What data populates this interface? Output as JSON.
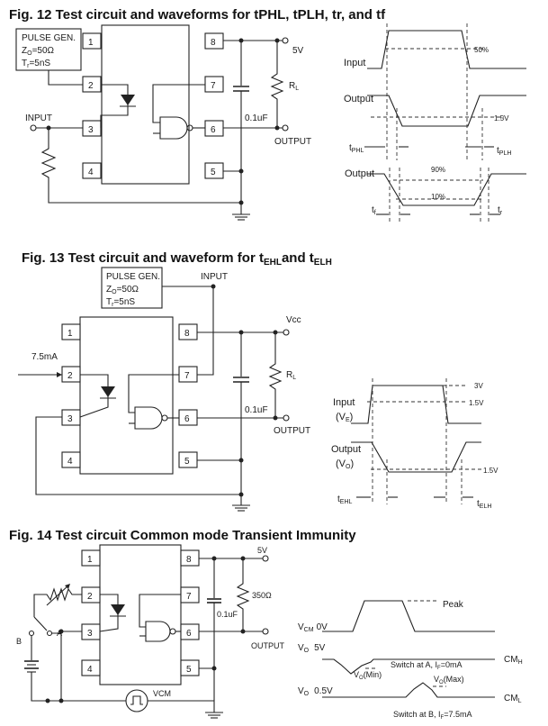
{
  "fig12": {
    "title": "Fig. 12 Test circuit and waveforms for tPHL, tPLH, tr, and tf",
    "pulse_gen": [
      "PULSE GEN.",
      "Z",
      "O",
      "=50Ω",
      "T",
      "r",
      "=5nS"
    ],
    "pins": [
      "1",
      "2",
      "3",
      "4",
      "5",
      "6",
      "7",
      "8"
    ],
    "input_label": "INPUT",
    "output_label": "OUTPUT",
    "vcc_label": "5V",
    "rl": [
      "R",
      "L"
    ],
    "cap": "0.1uF",
    "wave": {
      "input": "Input",
      "output": "Output",
      "output2": "Output",
      "p50": "50%",
      "v15": "1.5V",
      "p90": "90%",
      "p10": "10%",
      "tphl": [
        "t",
        "PHL"
      ],
      "tplh": [
        "t",
        "PLH"
      ],
      "tf": [
        "t",
        "f"
      ],
      "tr": [
        "t",
        "r"
      ]
    }
  },
  "fig13": {
    "title_a": "Fig. 13 Test circuit and waveform for t",
    "title_b": "EHL",
    "title_c": "and t",
    "title_d": "ELH",
    "pulse_gen": [
      "PULSE GEN.",
      "Z",
      "O",
      "=50Ω",
      "T",
      "r",
      "=5nS"
    ],
    "input_label": "INPUT",
    "current": "7.5mA",
    "vcc_label": "Vcc",
    "rl": [
      "R",
      "L"
    ],
    "cap": "0.1uF",
    "output_label": "OUTPUT",
    "pins": [
      "1",
      "2",
      "3",
      "4",
      "5",
      "6",
      "7",
      "8"
    ],
    "wave": {
      "v3": "3V",
      "v15a": "1.5V",
      "input": [
        "Input",
        "(V",
        "E",
        ")"
      ],
      "output": [
        "Output",
        "(V",
        "O",
        ")"
      ],
      "v15b": "1.5V",
      "tehl": [
        "t",
        "EHL"
      ],
      "telh": [
        "t",
        "ELH"
      ]
    }
  },
  "fig14": {
    "title": "Fig. 14 Test circuit Common mode Transient Immunity",
    "pins": [
      "1",
      "2",
      "3",
      "4",
      "5",
      "6",
      "7",
      "8"
    ],
    "vcc_label": "5V",
    "res": "350Ω",
    "cap": "0.1uF",
    "output_label": "OUTPUT",
    "sw_a": "A",
    "sw_b": "B",
    "vcm_src": "VCM",
    "wave": {
      "vcm": [
        "V",
        "CM",
        "0V"
      ],
      "peak": "Peak",
      "vo1": [
        "V",
        "O",
        "5V"
      ],
      "cmh": [
        "CM",
        "H"
      ],
      "switch_a": [
        "Switch at  A, I",
        "F",
        "=0mA"
      ],
      "vomin": [
        "V",
        "O",
        "(Min)"
      ],
      "vomax": [
        "V",
        "O",
        "(Max)"
      ],
      "vo2": [
        "V",
        "O",
        "0.5V"
      ],
      "cml": [
        "CM",
        "L"
      ],
      "switch_b": [
        "Switch at B, I",
        "F",
        "=7.5mA"
      ]
    }
  }
}
